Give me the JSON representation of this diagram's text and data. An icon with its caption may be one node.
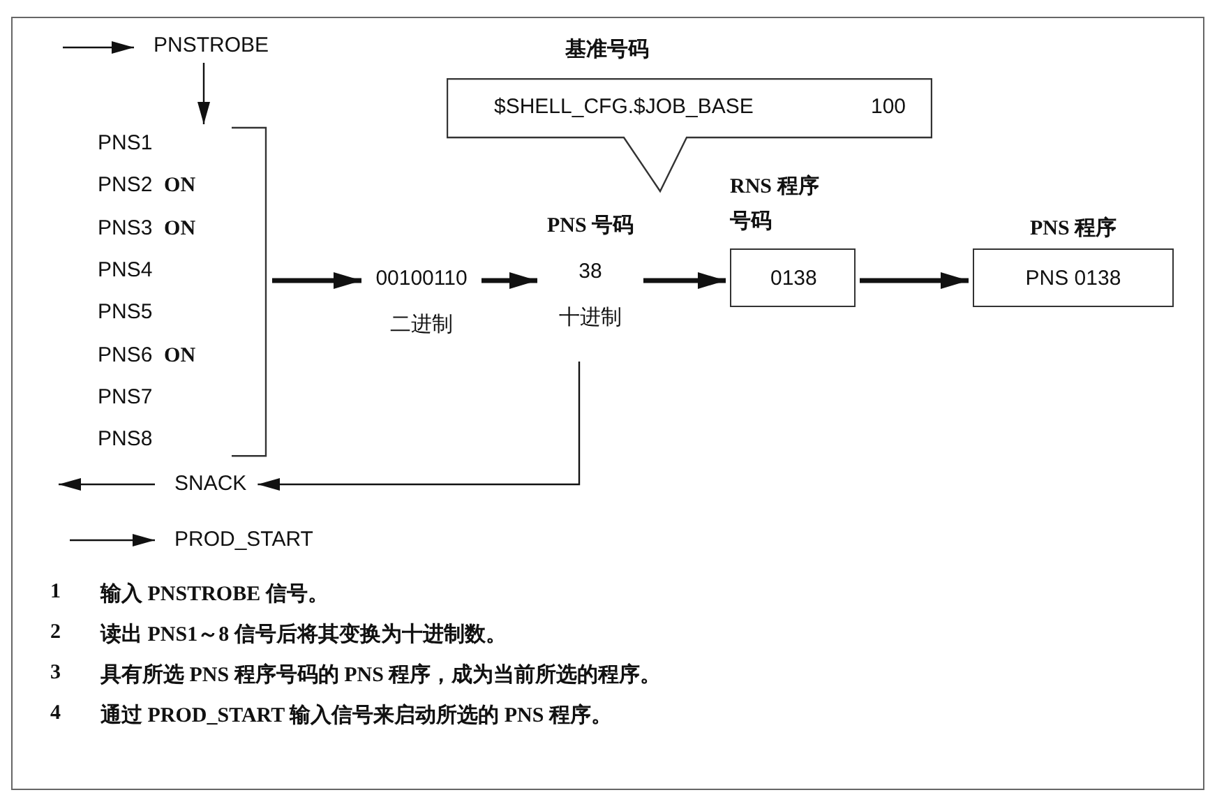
{
  "diagram": {
    "nodes": [
      {
        "text": [
          "PNSTROBE"
        ]
      },
      {
        "text": [
          "PNS1",
          "PNS2 **ON**",
          "PNS3 **ON**",
          "PNS4",
          "PNS5",
          "PNS6 **ON**",
          "PNS7",
          "PNS8"
        ]
      },
      {
        "text": [
          "00100110",
          "二进制"
        ]
      },
      {
        "text": [
          "PNS 号码",
          "38",
          "十进制"
        ]
      },
      {
        "text": [
          "基准号码",
          "$SHELL_CFG.$JOB_BASE",
          "100"
        ]
      },
      {
        "text": [
          "RNS 程序号码",
          "0138"
        ]
      },
      {
        "text": [
          "PNS 程序",
          "PNS 0138"
        ]
      },
      {
        "text": [
          "SNACK"
        ]
      },
      {
        "text": [
          "PROD_START"
        ]
      }
    ],
    "edges": [
      {
        "from": null,
        "to": 0,
        "arrow": "to"
      },
      {
        "from": 0,
        "to": 1,
        "arrow": "to"
      },
      {
        "from": 1,
        "to": 2,
        "arrow": "to",
        "style": "thick"
      },
      {
        "from": 2,
        "to": 3,
        "arrow": "to",
        "style": "thick"
      },
      {
        "from": 3,
        "to": 5,
        "arrow": "to",
        "style": "thick"
      },
      {
        "from": 5,
        "to": 6,
        "arrow": "to",
        "style": "thick"
      },
      {
        "from": 3,
        "to": 7,
        "arrow": "to"
      },
      {
        "from": 7,
        "to": null,
        "arrow": "to"
      },
      {
        "from": null,
        "to": 8,
        "arrow": "to"
      }
    ],
    "labels": [
      "1",
      "输入 PNSTROBE 信号。",
      "2",
      "读出 PNS1～8 信号后将其变换为十进制数。",
      "3",
      "具有所选 PNS 程序号码的 PNS 程序，成为当前所选的程序。",
      "4",
      "通过 PROD_START 输入信号来启动所选的 PNS 程序。"
    ]
  }
}
